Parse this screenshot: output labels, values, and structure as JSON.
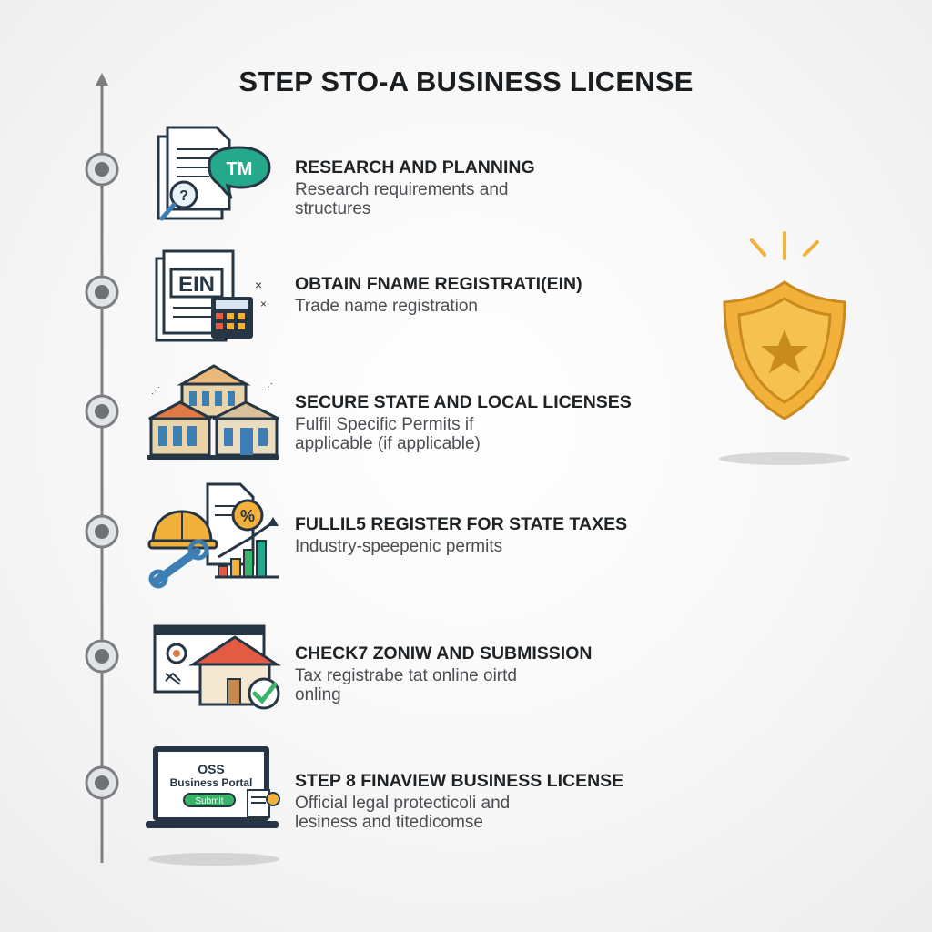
{
  "title": "STEP STO-A BUSINESS LICENSE",
  "colors": {
    "line": "#7b7f83",
    "node_outer": "#e3e4e5",
    "node_inner": "#6e7276",
    "teal": "#26a98b",
    "gold": "#f2b13a",
    "gold_dark": "#c98a1e",
    "orange_roof": "#e07a45",
    "blue": "#3d7fb4",
    "navy": "#263645",
    "red": "#e25b42",
    "green": "#3bb36b"
  },
  "steps": [
    {
      "heading": "RESEARCH AND PLANNING",
      "desc": "Research requirements and structures",
      "icon": "document-magnifier-trademark-icon",
      "icon_text": "TM"
    },
    {
      "heading": "OBTAIN FNAME REGISTRATI(EIN)",
      "desc": "Trade name registration",
      "icon": "ein-document-calculator-icon",
      "icon_text": "EIN"
    },
    {
      "heading": "SECURE STATE AND LOCAL LICENSES",
      "desc": "Fulfil Specific Permits if applicable (if applicable)",
      "icon": "government-buildings-icon"
    },
    {
      "heading": "FULLIL5 REGISTER FOR STATE TAXES",
      "desc": "Industry-speepenic permits",
      "icon": "hardhat-wrench-chart-icon",
      "icon_text": "%"
    },
    {
      "heading": "CHECK7 ZONIW AND SUBMISSION",
      "desc": "Tax registrabe tat online oirtd onling",
      "icon": "zoning-house-checkmark-icon"
    },
    {
      "heading": "STEP 8 FINAVIEW BUSINESS LICENSE",
      "desc": "Official legal protecticoli and lesiness and titedicomse",
      "icon": "oss-business-portal-laptop-icon",
      "portal_title": "OSS",
      "portal_subtitle": "Business Portal",
      "portal_button": "Submit"
    }
  ],
  "badge_icon": "shield-star-badge-icon"
}
